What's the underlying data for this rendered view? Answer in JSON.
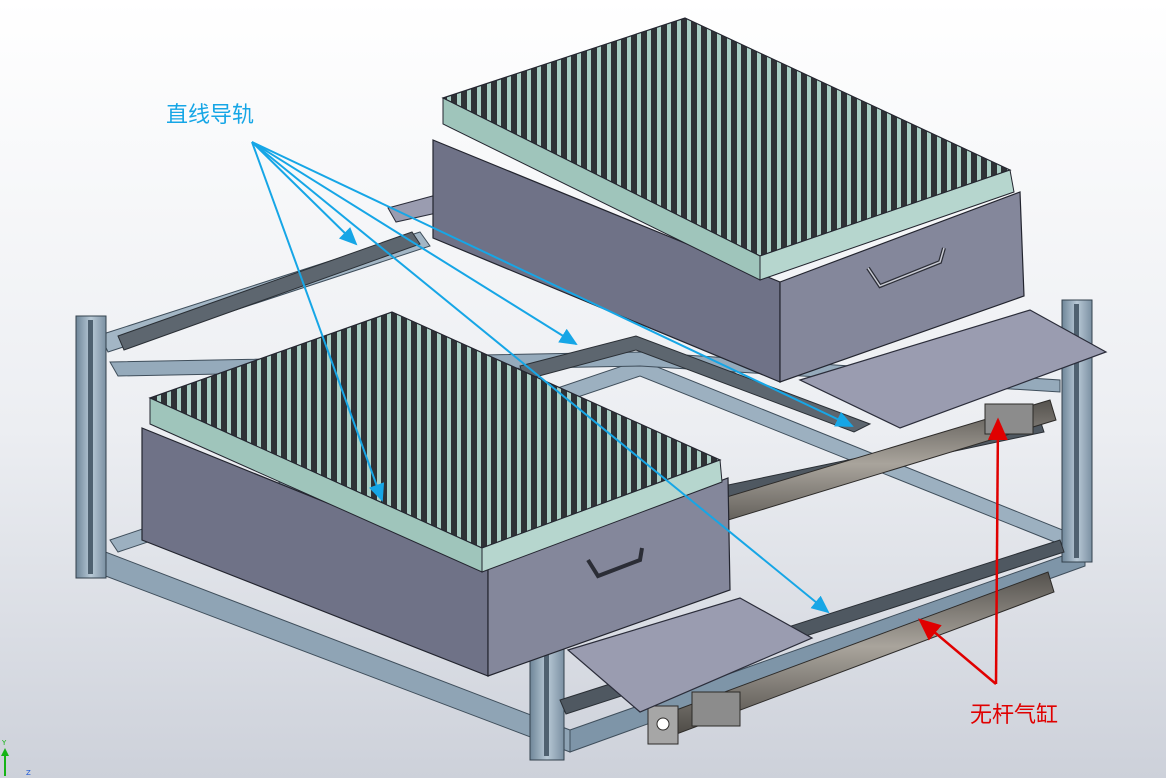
{
  "labels": {
    "linear_guide": "直线导轨",
    "rodless_cylinder": "无杆气缸"
  },
  "colors": {
    "background_top": "#ffffff",
    "background_bottom": "#cfd3dd",
    "linear_guide_callout": "#16a6e6",
    "rodless_cylinder_callout": "#e00000",
    "frame_profile": "#9fb3c4",
    "tray_top": "#a9cec4",
    "box_body": "#7c7f95",
    "plate": "#9a9cb0"
  },
  "axis_triad": {
    "y_label": "Y",
    "z_label": "Z"
  }
}
